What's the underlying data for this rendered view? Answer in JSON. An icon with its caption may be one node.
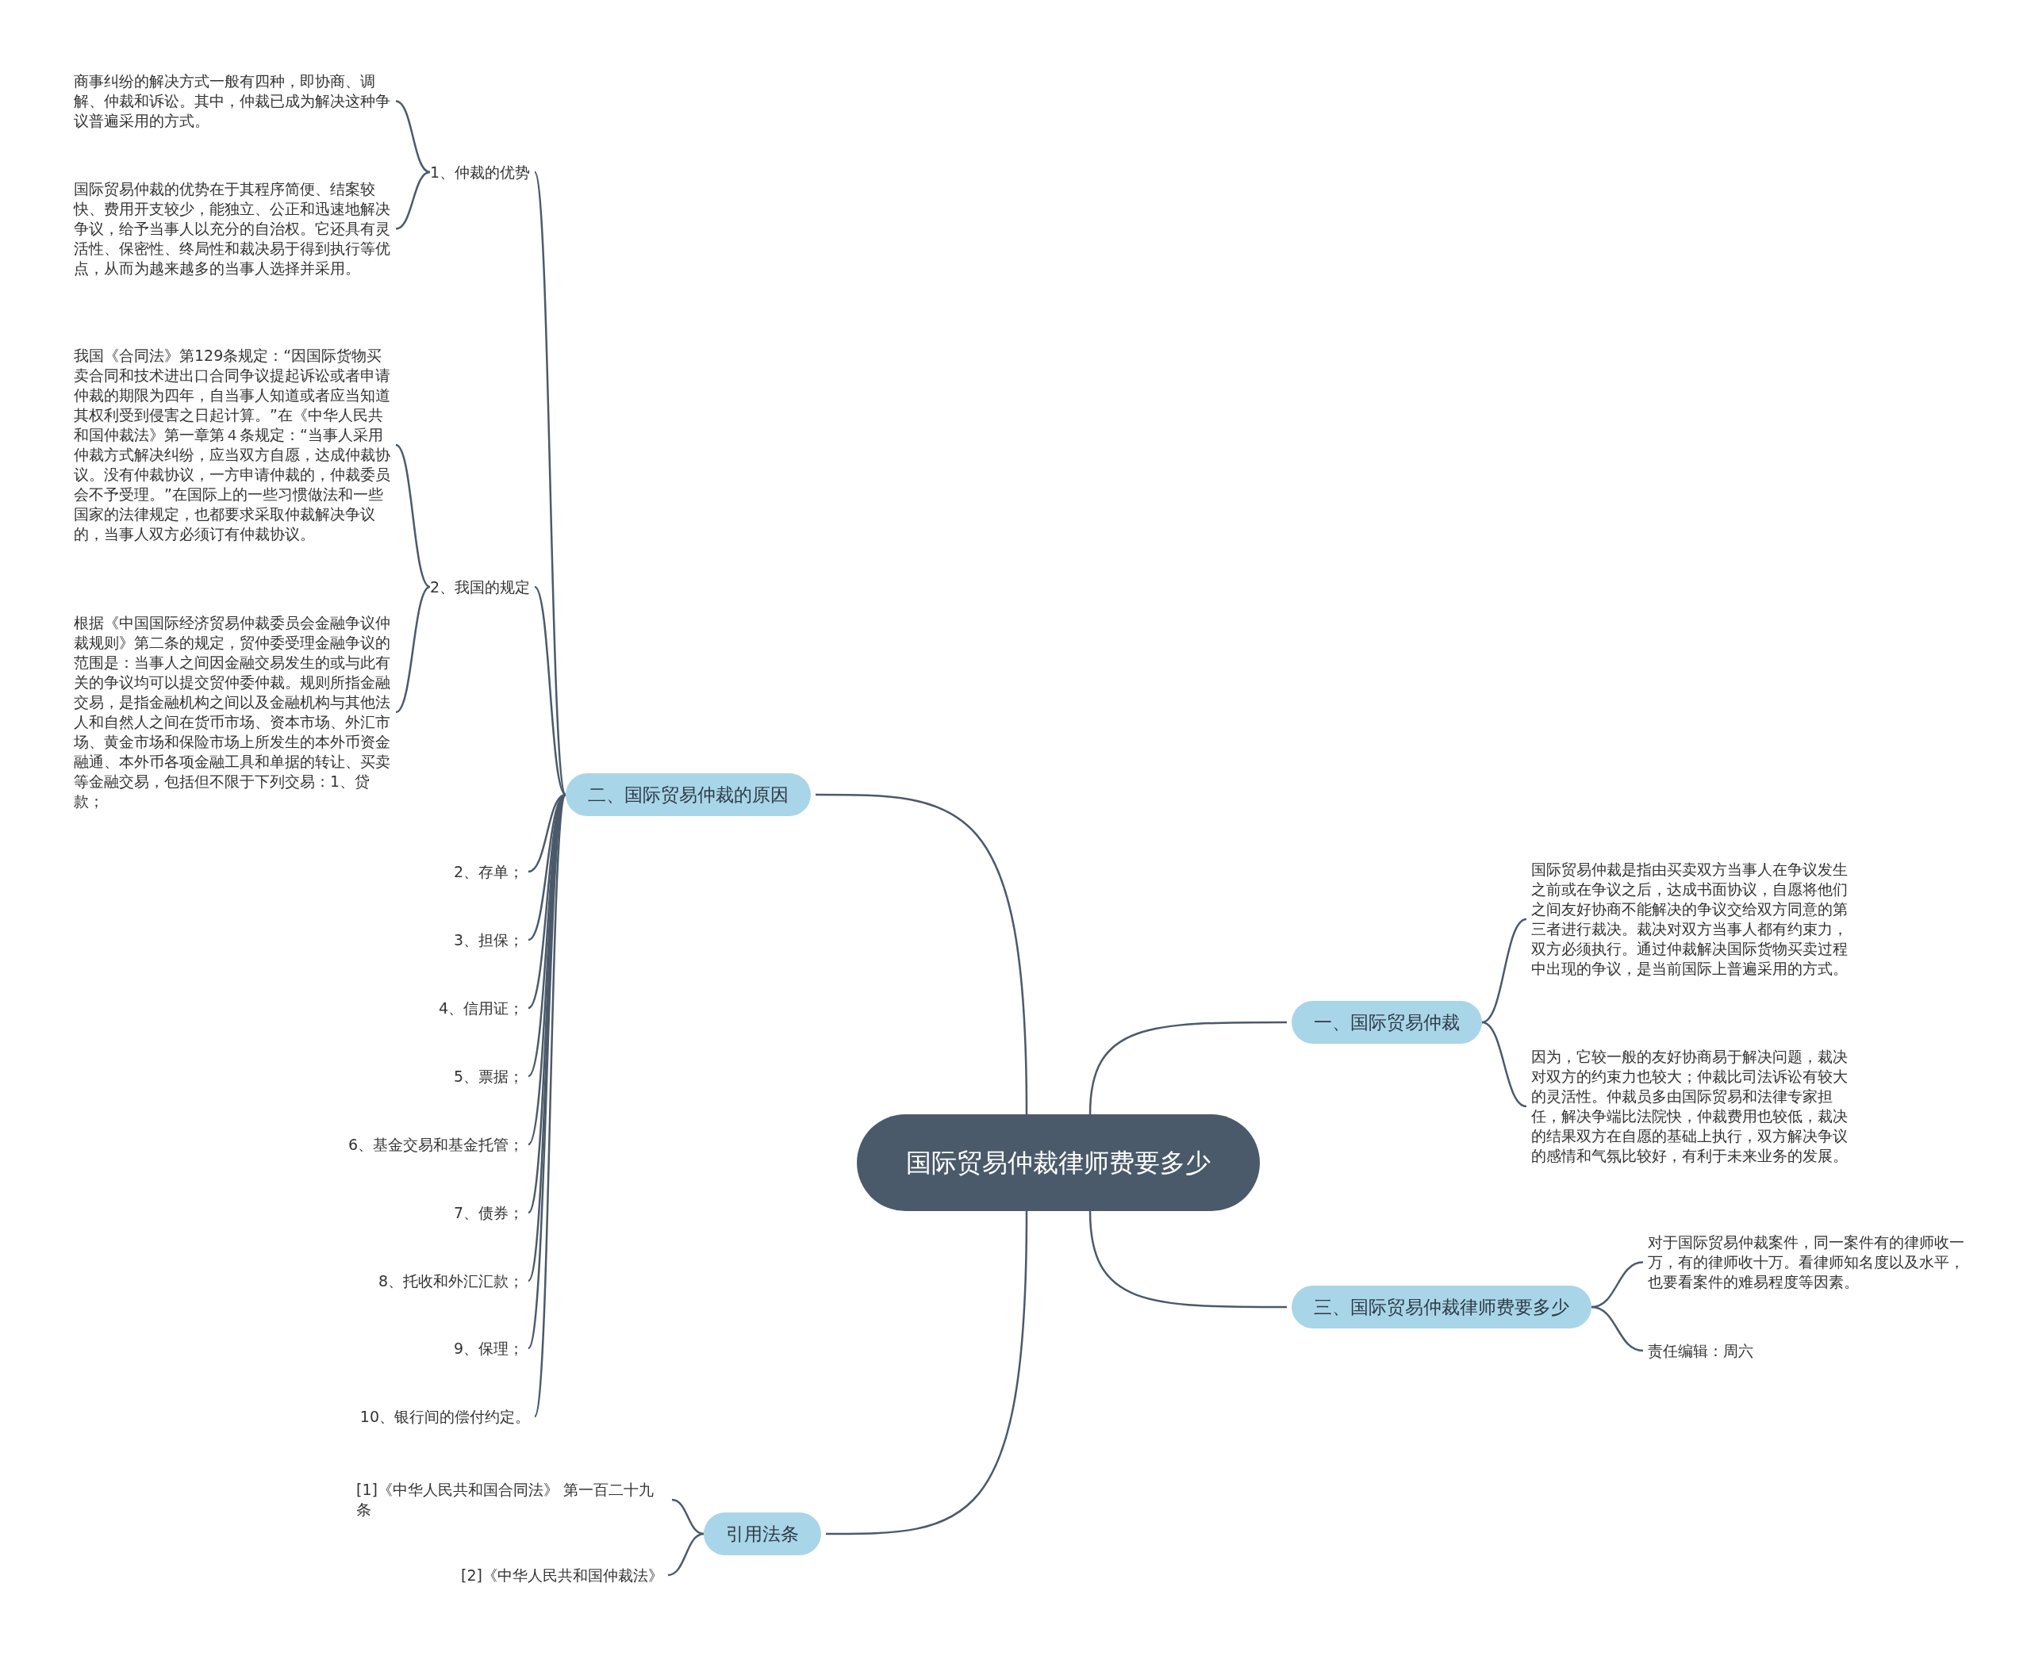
{
  "diagram": {
    "nodes": [
      {
        "text": [
          "国际贸易仲裁律师费要多少"
        ]
      },
      {
        "text": [
          "二、国际贸易仲裁的原因"
        ]
      },
      {
        "text": [
          "1、仲裁的优势"
        ]
      },
      {
        "text": [
          "商事纠纷的解决方式一般有四种，即协商、调解、仲裁和诉讼。其中，仲裁已成为解决这种争议普遍采用的方式。"
        ]
      },
      {
        "text": [
          "国际贸易仲裁的优势在于其程序简便、结案较快、费用开支较少，能独立、公正和迅速地解决争议，给予当事人以充分的自治权。它还具有灵活性、保密性、终局性和裁决易于得到执行等优点，从而为越来越多的当事人选择并采用。"
        ]
      },
      {
        "text": [
          "2、我国的规定"
        ]
      },
      {
        "text": [
          "我国《合同法》第129条规定：“因国际货物买卖合同和技术进出口合同争议提起诉讼或者申请仲裁的期限为四年，自当事人知道或者应当知道其权利受到侵害之日起计算。”在《中华人民共和国仲裁法》第一章第４条规定：“当事人采用仲裁方式解决纠纷，应当双方自愿，达成仲裁协议。没有仲裁协议，一方申请仲裁的，仲裁委员会不予受理。”在国际上的一些习惯做法和一些国家的法律规定，也都要求采取仲裁解决争议的，当事人双方必须订有仲裁协议。"
        ]
      },
      {
        "text": [
          "根据《中国国际经济贸易仲裁委员会金融争议仲裁规则》第二条的规定，贸仲委受理金融争议的范围是：当事人之间因金融交易发生的或与此有关的争议均可以提交贸仲委仲裁。规则所指金融交易，是指金融机构之间以及金融机构与其他法人和自然人之间在货币市场、资本市场、外汇市场、黄金市场和保险市场上所发生的本外币资金融通、本外币各项金融工具和单据的转让、买卖等金融交易，包括但不限于下列交易：1、贷款；"
        ]
      },
      {
        "text": [
          "2、存单；"
        ]
      },
      {
        "text": [
          "3、担保；"
        ]
      },
      {
        "text": [
          "4、信用证；"
        ]
      },
      {
        "text": [
          "5、票据；"
        ]
      },
      {
        "text": [
          "6、基金交易和基金托管；"
        ]
      },
      {
        "text": [
          "7、债券；"
        ]
      },
      {
        "text": [
          "8、托收和外汇汇款；"
        ]
      },
      {
        "text": [
          "9、保理；"
        ]
      },
      {
        "text": [
          "10、银行间的偿付约定。"
        ]
      },
      {
        "text": [
          "引用法条"
        ]
      },
      {
        "text": [
          "[1]《中华人民共和国合同法》 第一百二十九条"
        ]
      },
      {
        "text": [
          "[2]《中华人民共和国仲裁法》"
        ]
      },
      {
        "text": [
          "一、国际贸易仲裁"
        ]
      },
      {
        "text": [
          "国际贸易仲裁是指由买卖双方当事人在争议发生之前或在争议之后，达成书面协议，自愿将他们之间友好协商不能解决的争议交给双方同意的第三者进行裁决。裁决对双方当事人都有约束力，双方必须执行。通过仲裁解决国际货物买卖过程中出现的争议，是当前国际上普遍采用的方式。"
        ]
      },
      {
        "text": [
          "因为，它较一般的友好协商易于解决问题，裁决对双方的约束力也较大；仲裁比司法诉讼有较大的灵活性。仲裁员多由国际贸易和法律专家担任，解决争端比法院快，仲裁费用也较低，裁决的结果双方在自愿的基础上执行，双方解决争议的感情和气氛比较好，有利于未来业务的发展。"
        ]
      },
      {
        "text": [
          "三、国际贸易仲裁律师费要多少"
        ]
      },
      {
        "text": [
          "对于国际贸易仲裁案件，同一案件有的律师收一万，有的律师收十万。看律师知名度以及水平，也要看案件的难易程度等因素。"
        ]
      },
      {
        "text": [
          "责任编辑：周六"
        ]
      }
    ],
    "edges": [
      {
        "from": 0,
        "to": 1,
        "arrow": "none"
      },
      {
        "from": 1,
        "to": 2,
        "arrow": "none"
      },
      {
        "from": 2,
        "to": 3,
        "arrow": "none"
      },
      {
        "from": 2,
        "to": 4,
        "arrow": "none"
      },
      {
        "from": 1,
        "to": 5,
        "arrow": "none"
      },
      {
        "from": 5,
        "to": 6,
        "arrow": "none"
      },
      {
        "from": 5,
        "to": 7,
        "arrow": "none"
      },
      {
        "from": 1,
        "to": 8,
        "arrow": "none"
      },
      {
        "from": 1,
        "to": 9,
        "arrow": "none"
      },
      {
        "from": 1,
        "to": 10,
        "arrow": "none"
      },
      {
        "from": 1,
        "to": 11,
        "arrow": "none"
      },
      {
        "from": 1,
        "to": 12,
        "arrow": "none"
      },
      {
        "from": 1,
        "to": 13,
        "arrow": "none"
      },
      {
        "from": 1,
        "to": 14,
        "arrow": "none"
      },
      {
        "from": 1,
        "to": 15,
        "arrow": "none"
      },
      {
        "from": 1,
        "to": 16,
        "arrow": "none"
      },
      {
        "from": 0,
        "to": 17,
        "arrow": "none"
      },
      {
        "from": 17,
        "to": 18,
        "arrow": "none"
      },
      {
        "from": 17,
        "to": 19,
        "arrow": "none"
      },
      {
        "from": 0,
        "to": 20,
        "arrow": "none"
      },
      {
        "from": 20,
        "to": 21,
        "arrow": "none"
      },
      {
        "from": 20,
        "to": 22,
        "arrow": "none"
      },
      {
        "from": 0,
        "to": 23,
        "arrow": "none"
      },
      {
        "from": 23,
        "to": 24,
        "arrow": "none"
      },
      {
        "from": 23,
        "to": 25,
        "arrow": "none"
      }
    ]
  }
}
